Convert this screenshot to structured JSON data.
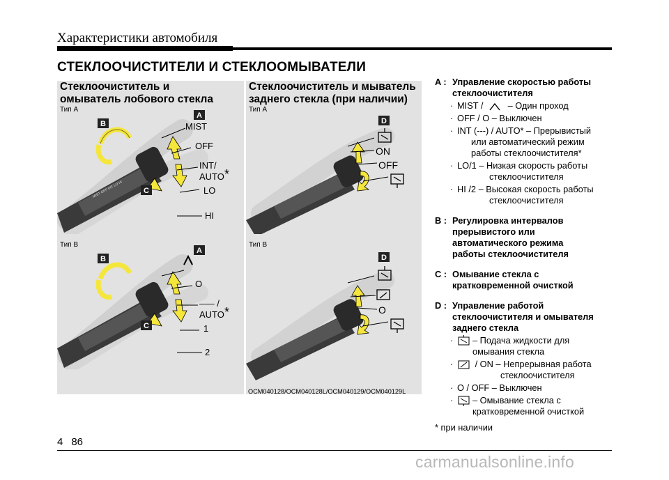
{
  "header": {
    "title": "Характеристики автомобиля"
  },
  "section": {
    "title": "СТЕКЛООЧИСТИТЕЛИ И СТЕКЛООМЫВАТЕЛИ"
  },
  "left_panel": {
    "head": [
      "Стеклоочиститель и",
      "омыватель лобового стекла"
    ],
    "type_a": {
      "label": "Тип A",
      "callouts": {
        "a": "A",
        "b": "B",
        "c": "C"
      },
      "labels": {
        "mist": "MIST",
        "off": "OFF",
        "int": "INT/",
        "auto": "AUTO",
        "star": "*",
        "lo": "LO",
        "hi": "HI"
      }
    },
    "type_b": {
      "label": "Тип B",
      "callouts": {
        "a": "A",
        "b": "B",
        "c": "C"
      },
      "labels": {
        "o": "O",
        "dashes": "‒‒‒ /",
        "auto": "AUTO",
        "star": "*",
        "one": "1",
        "two": "2"
      }
    }
  },
  "right_panel": {
    "head": [
      "Стеклоочиститель и мыватель",
      "заднего стекла (при наличии)"
    ],
    "type_a": {
      "label": "Тип A",
      "callout": "D",
      "labels": {
        "on": "ON",
        "off": "OFF"
      }
    },
    "type_b": {
      "label": "Тип B",
      "callout": "D",
      "labels": {
        "o": "O"
      }
    }
  },
  "caption": "OCM040128/OCM040128L/OCM040129/OCM040129L",
  "descriptions": {
    "a": {
      "key": "A :",
      "title": [
        "Управление скоростью работы",
        "стеклоочистителя"
      ],
      "items": [
        {
          "bullet": "·",
          "lines": [
            "MIST /",
            "– Один проход"
          ]
        },
        {
          "bullet": "·",
          "lines": [
            "OFF / O –  Выключен"
          ]
        },
        {
          "bullet": "·",
          "lines": [
            "INT (---) / AUTO* – Прерывистый",
            "или автоматический режим",
            "работы стеклоочистителя*"
          ]
        },
        {
          "bullet": "·",
          "lines": [
            "LO/1 – Низкая скорость работы",
            "стеклоочистителя"
          ]
        },
        {
          "bullet": "·",
          "lines": [
            "HI /2 – Высокая скорость работы",
            "стеклоочистителя"
          ]
        }
      ]
    },
    "b": {
      "key": "B :",
      "title": [
        "Регулировка интервалов",
        "прерывистого или",
        "автоматического режима",
        "работы стеклоочистителя"
      ]
    },
    "c": {
      "key": "C :",
      "title": [
        "Омывание стекла с",
        "кратковременной очисткой"
      ]
    },
    "d": {
      "key": "D :",
      "title": [
        "Управление работой",
        "стеклоочистителя и омывателя",
        "заднего стекла"
      ],
      "items": [
        {
          "bullet": "·",
          "lines": [
            "– Подача жидкости для",
            "омывания стекла"
          ]
        },
        {
          "bullet": "·",
          "lines": [
            "/ ON – Непрерывная работа",
            "стеклоочистителя"
          ]
        },
        {
          "bullet": "·",
          "lines": [
            "O / OFF – Выключен"
          ]
        },
        {
          "bullet": "·",
          "lines": [
            "– Омывание стекла с",
            "кратковременной очисткой"
          ]
        }
      ]
    },
    "note": "* при наличии"
  },
  "page": {
    "section": "4",
    "number": "86"
  },
  "watermark": "carmanualsonline.info",
  "colors": {
    "callout_bg": "#222222",
    "arrow_yellow": "#f5e63c",
    "stalk": "#333333",
    "panel_bg": "#e2e2e2"
  }
}
